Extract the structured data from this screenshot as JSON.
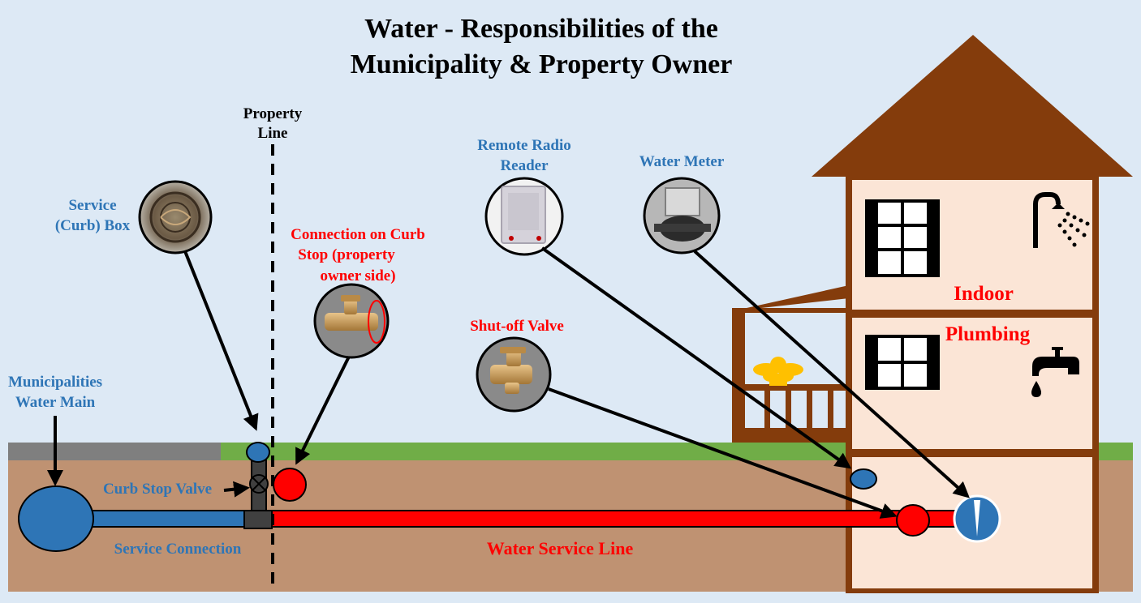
{
  "title": {
    "line1": "Water - Responsibilities of the",
    "line2": "Municipality & Property Owner"
  },
  "labels": {
    "property_line_1": "Property",
    "property_line_2": "Line",
    "service_box_1": "Service",
    "service_box_2": "(Curb) Box",
    "connection_1": "Connection on Curb",
    "connection_2": "Stop (property",
    "connection_3": "owner side)",
    "remote_reader_1": "Remote Radio",
    "remote_reader_2": "Reader",
    "water_meter": "Water Meter",
    "shutoff_valve": "Shut-off Valve",
    "water_main_1": "Municipalities",
    "water_main_2": "Water Main",
    "curb_stop_valve": "Curb Stop Valve",
    "service_connection": "Service Connection",
    "water_service_line": "Water Service Line",
    "indoor": "Indoor",
    "plumbing": "Plumbing"
  },
  "icons": {
    "service_box": "manhole-cover-photo",
    "connection": "brass-curb-stop-photo",
    "remote_reader": "radio-reader-photo",
    "water_meter": "water-meter-photo",
    "shutoff_valve": "brass-valve-photo",
    "shower": "shower-icon",
    "faucet": "faucet-icon",
    "flower": "flower-icon"
  },
  "colors": {
    "sky": "#dde9f5",
    "grass": "#70ad47",
    "soil": "#bf9272",
    "road": "#7f7f7f",
    "house_wall": "#fbe5d6",
    "house_trim": "#843c0c",
    "municipal": "#2e75b6",
    "owner": "#ff0000"
  }
}
